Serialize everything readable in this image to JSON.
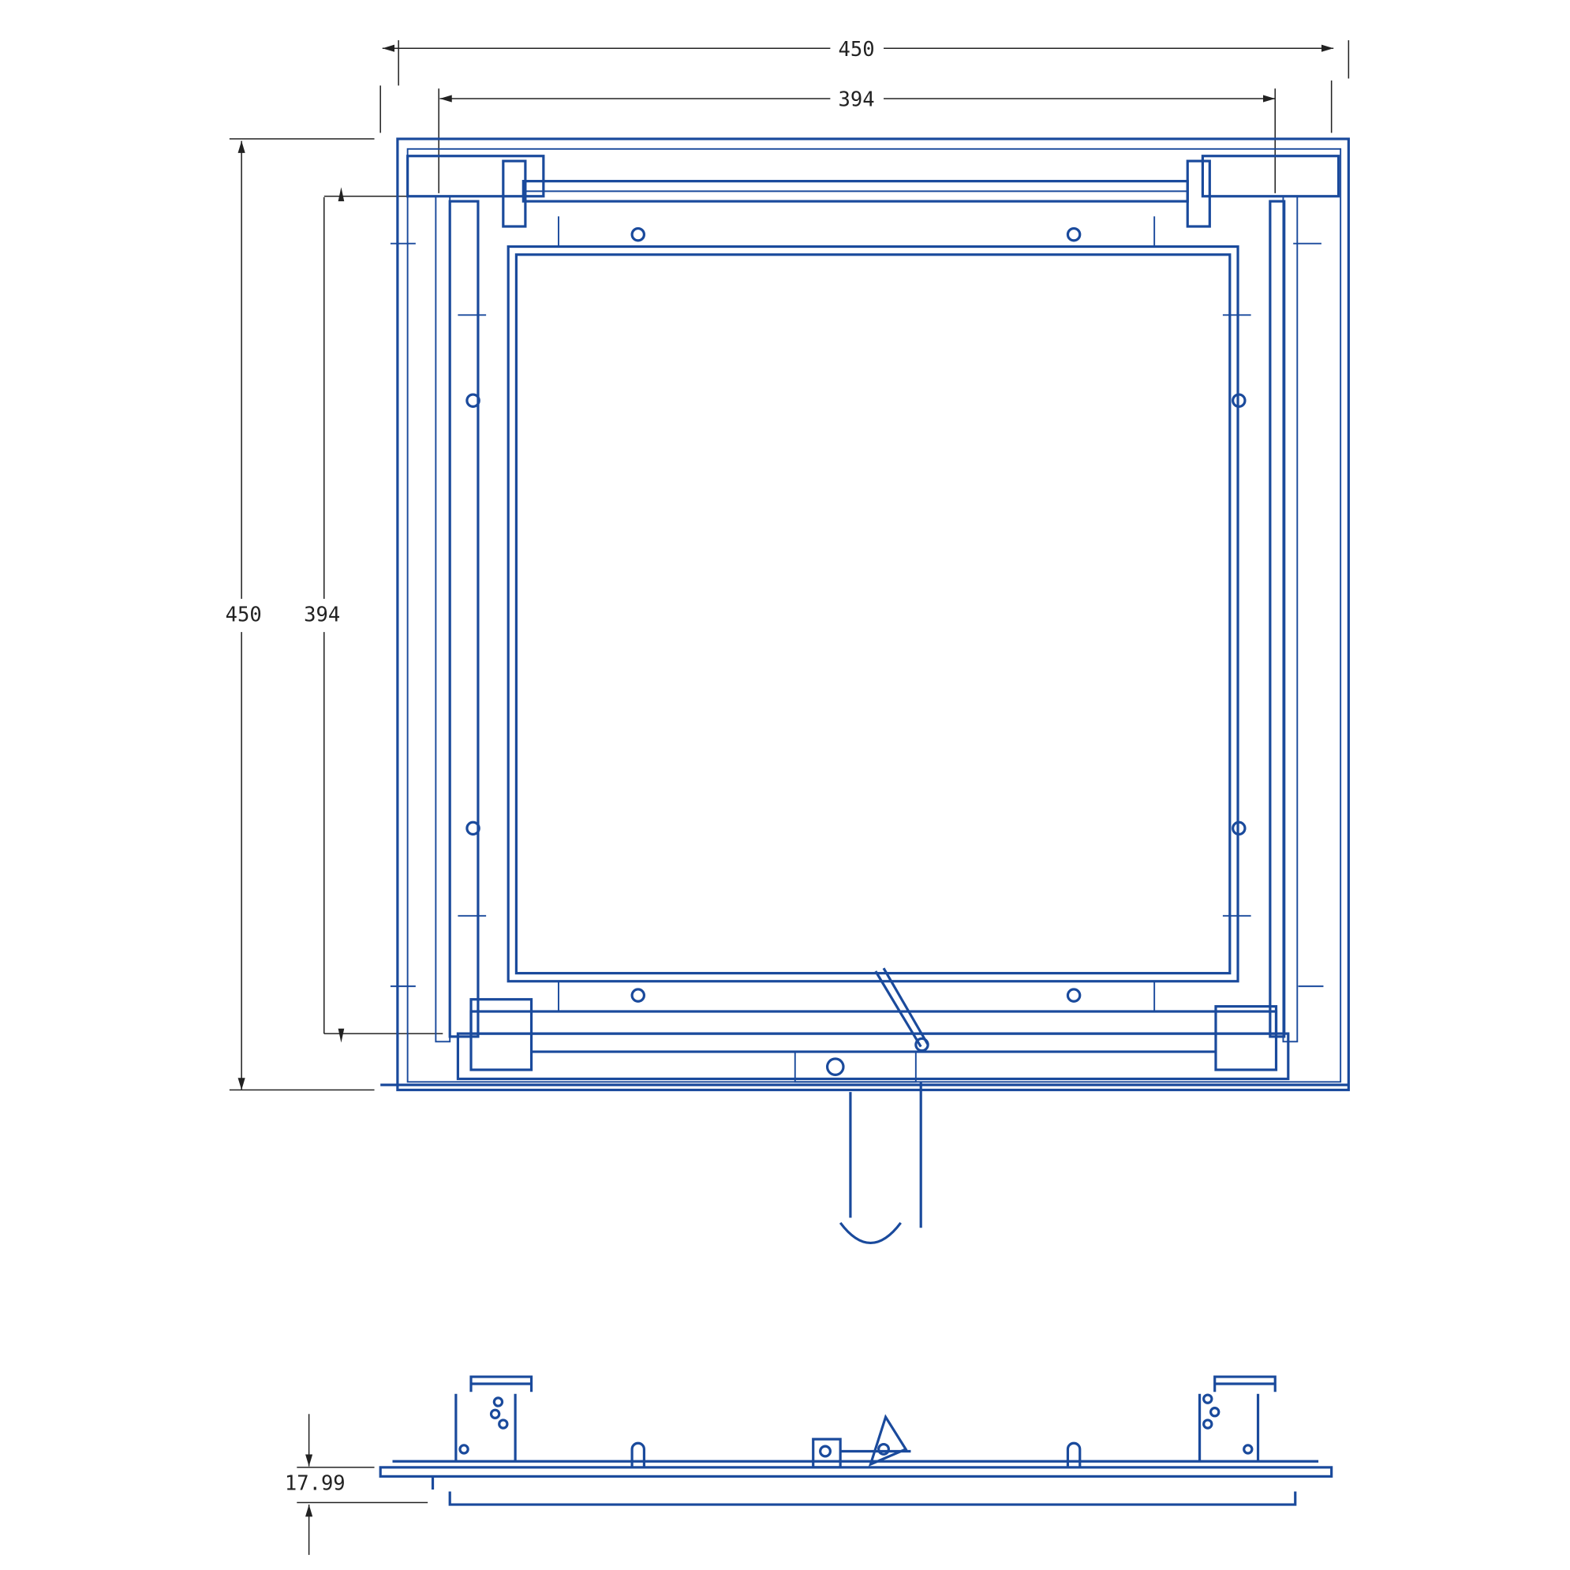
{
  "colors": {
    "drawing": "#1a4a9c",
    "dimension": "#222222",
    "background": "#ffffff"
  },
  "dimensions": {
    "top_outer_width": "450",
    "top_inner_width": "394",
    "left_outer_height": "450",
    "left_inner_height": "394",
    "side_depth": "17.99"
  }
}
